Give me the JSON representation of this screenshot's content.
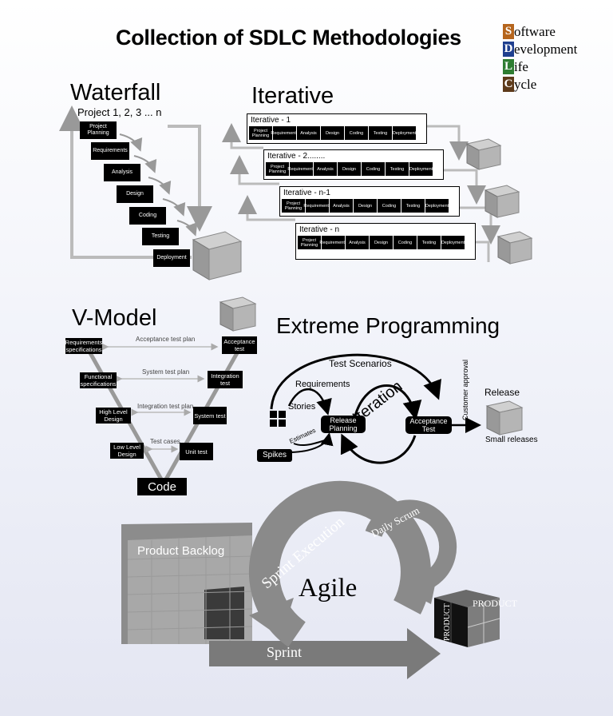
{
  "title": "Collection of SDLC Methodologies",
  "sdlc_legend": [
    {
      "letter": "S",
      "rest": "oftware",
      "color": "#b5651d"
    },
    {
      "letter": "D",
      "rest": "evelopment",
      "color": "#1f3f8f"
    },
    {
      "letter": "L",
      "rest": "ife",
      "color": "#2e7d32"
    },
    {
      "letter": "C",
      "rest": "ycle",
      "color": "#5d3a1a"
    }
  ],
  "waterfall": {
    "heading": "Waterfall",
    "subtitle": "Project 1, 2, 3 ... n",
    "steps": [
      "Project Planning",
      "Requirements",
      "Analysis",
      "Design",
      "Coding",
      "Testing",
      "Deployment"
    ]
  },
  "iterative": {
    "heading": "Iterative",
    "boxes": [
      "Iterative - 1",
      "Iterative - 2........",
      "Iterative - n-1",
      "Iterative - n"
    ],
    "phases": [
      "Project Planning",
      "Requirements",
      "Analysis",
      "Design",
      "Coding",
      "Testing",
      "Deployment"
    ]
  },
  "vmodel": {
    "heading": "V-Model",
    "left": [
      "Requirements specifications",
      "Functional specifications",
      "High Level Design",
      "Low Level Design"
    ],
    "right": [
      "Acceptance test",
      "Integration test",
      "System test",
      "Unit test"
    ],
    "plans": [
      "Acceptance test plan",
      "System test plan",
      "Integration test plan",
      "Test cases"
    ],
    "bottom": "Code"
  },
  "xp": {
    "heading": "Extreme Programming",
    "test_scenarios": "Test Scenarios",
    "requirements": "Requirements",
    "stories": "Stories",
    "release_planning": "Release Planning",
    "iteration": "Iteration",
    "acceptance_test": "Acceptance Test",
    "customer_approval": "Customer approval",
    "release": "Release",
    "small_releases": "Small releases",
    "estimates": "Estimates",
    "spikes": "Spikes"
  },
  "agile": {
    "product_backlog": "Product Backlog",
    "sprint_execution": "Sprint Execution",
    "daily_scrum": "Daily Scrum",
    "agile": "Agile",
    "sprint": "Sprint",
    "product": "PRODUCT",
    "product_side": "PRODUCT"
  }
}
